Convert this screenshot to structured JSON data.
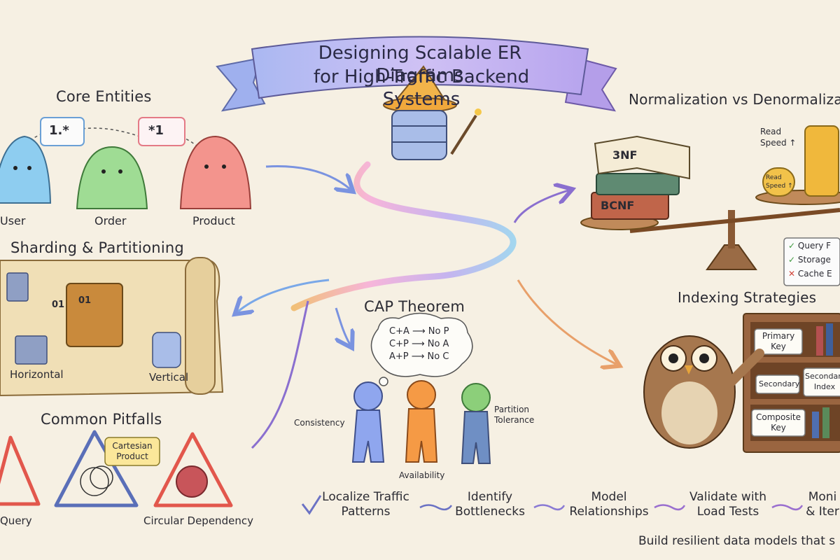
{
  "banner": {
    "title_line1": "Designing Scalable ER Diagrams",
    "title_line2": "for High-Traffic Backend Systems"
  },
  "core_entities": {
    "heading": "Core Entities",
    "entities": [
      "User",
      "Order",
      "Product"
    ],
    "cardinalities": [
      "1.*",
      "*1"
    ]
  },
  "sharding": {
    "heading": "Sharding & Partitioning",
    "labels": [
      "Horizontal",
      "Vertical"
    ],
    "chest_bits": [
      "01",
      "01"
    ]
  },
  "pitfalls": {
    "heading": "Common Pitfalls",
    "items": [
      "Query",
      "Cartesian Product",
      "Circular Dependency"
    ]
  },
  "cap": {
    "heading": "CAP Theorem",
    "rules": [
      {
        "pair": "C+A",
        "result": "No P"
      },
      {
        "pair": "C+P",
        "result": "No A"
      },
      {
        "pair": "A+P",
        "result": "No C"
      }
    ],
    "roles": [
      "Consistency",
      "Availability",
      "Partition Tolerance"
    ]
  },
  "normalization": {
    "heading": "Normalization vs Denormaliza",
    "books": [
      "3NF",
      "BCNF"
    ],
    "read_speed": "Read Speed ↑",
    "coin_label": "Read Speed ↑",
    "checklist": [
      {
        "mark": "✓",
        "text": "Query F"
      },
      {
        "mark": "✓",
        "text": "Storage"
      },
      {
        "mark": "✕",
        "text": "Cache E"
      }
    ]
  },
  "indexing": {
    "heading": "Indexing Strategies",
    "cards": [
      "Primary Key",
      "Secondary",
      "Secondary Index",
      "Composite Key"
    ]
  },
  "workflow": {
    "steps": [
      "Localize Traffic Patterns",
      "Identify Bottlenecks",
      "Model Relationships",
      "Validate with Load Tests",
      "Moni & Iter"
    ]
  },
  "footer": "Build resilient data models that s",
  "colors": {
    "background": "#f6f0e3",
    "banner": "#c6b6ef",
    "user_blob": "#8ecdf0",
    "order_blob": "#9fdc94",
    "product_blob": "#f3948d",
    "danger": "#e2574c",
    "consistency": "#8fa6ee",
    "availability": "#f59a45",
    "partition": "#8ccf7a"
  }
}
